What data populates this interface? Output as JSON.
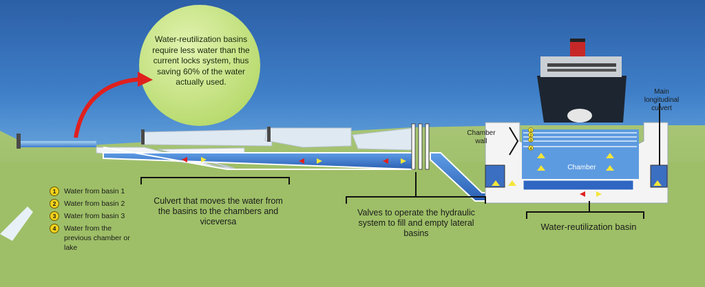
{
  "bubble": {
    "text": "Water-reutilization basins require less water than the current locks system, thus saving 60% of the water actually used."
  },
  "labels": {
    "culvert": "Culvert that moves the water from the basins to the chambers and viceversa",
    "valves": "Valves to operate the hydraulic system to fill and empty lateral basins",
    "basin": "Water-reutilization basin",
    "chamber_wall": "Chamber wall",
    "chamber": "Chamber",
    "main_culvert": "Main longitudinal culvert"
  },
  "legend": [
    {
      "num": "1",
      "text": "Water from basin  1"
    },
    {
      "num": "2",
      "text": "Water from basin  2"
    },
    {
      "num": "3",
      "text": "Water from basin  3"
    },
    {
      "num": "4",
      "text": "Water from the previous chamber or lake"
    }
  ],
  "chamber_levels": [
    "1",
    "2",
    "3",
    "4"
  ],
  "colors": {
    "sky": "#2d62a8",
    "ground": "#9cbd6a",
    "water": "#4a86d6",
    "bubble": "#c8e48a",
    "arrow_yellow": "#f5e53a",
    "arrow_red": "#e0201e"
  }
}
